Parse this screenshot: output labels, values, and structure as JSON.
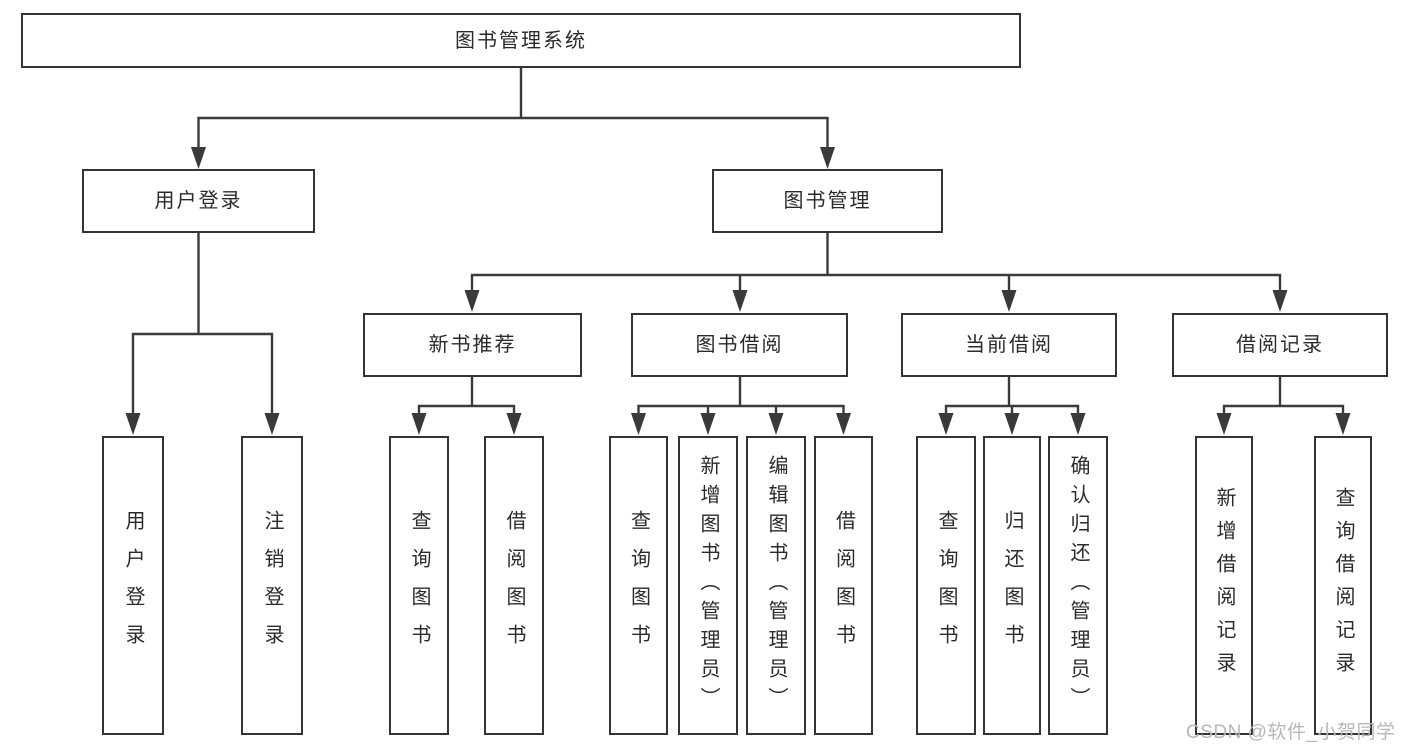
{
  "diagram": {
    "root": {
      "label": "图书管理系统"
    },
    "children": [
      {
        "label": "用户登录",
        "children": [
          {
            "label": "用户登录"
          },
          {
            "label": "注销登录"
          }
        ]
      },
      {
        "label": "图书管理",
        "children": [
          {
            "label": "新书推荐",
            "children": [
              {
                "label": "查询图书"
              },
              {
                "label": "借阅图书"
              }
            ]
          },
          {
            "label": "图书借阅",
            "children": [
              {
                "label": "查询图书"
              },
              {
                "label": "新增图书（管理员）"
              },
              {
                "label": "编辑图书（管理员）"
              },
              {
                "label": "借阅图书"
              }
            ]
          },
          {
            "label": "当前借阅",
            "children": [
              {
                "label": "查询图书"
              },
              {
                "label": "归还图书"
              },
              {
                "label": "确认归还（管理员）"
              }
            ]
          },
          {
            "label": "借阅记录",
            "children": [
              {
                "label": "新增借阅记录"
              },
              {
                "label": "查询借阅记录"
              }
            ]
          }
        ]
      }
    ]
  },
  "watermark": {
    "text": "CSDN @软件_小贺同学",
    "color": "#b5b8bd"
  },
  "colors": {
    "line": "#3a3a3a",
    "box_border": "#343434",
    "text": "#2b2b2b",
    "background": "#ffffff"
  }
}
